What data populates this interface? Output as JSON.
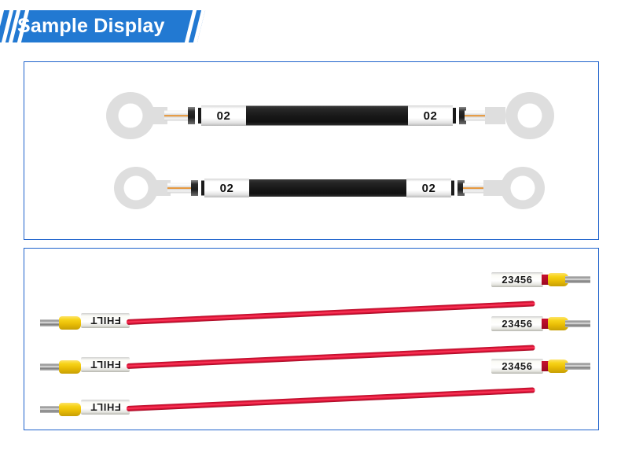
{
  "header": {
    "title": "Sample Display",
    "banner_color": "#2279d2",
    "text_color": "#ffffff",
    "slash_icon": "diagonal-slash-icon"
  },
  "panels": [
    {
      "id": "ring-terminal-panel",
      "border_color": "#1f63cc",
      "background": "#ffffff",
      "products": [
        {
          "name": "ring-terminal-cable-1",
          "left_label": "02",
          "right_label": "02",
          "cable_color": "#171717",
          "terminal_color": "#dedede",
          "barrel_stripe_color": "#e8922e"
        },
        {
          "name": "ring-terminal-cable-2",
          "left_label": "02",
          "right_label": "02",
          "cable_color": "#171717",
          "terminal_color": "#dedede",
          "barrel_stripe_color": "#e8922e"
        }
      ]
    },
    {
      "id": "ferrule-cable-panel",
      "border_color": "#1f63cc",
      "background": "#ffffff",
      "products": [
        {
          "name": "red-ferrule-cable-1",
          "left_label": "FHILT",
          "right_label": "23456",
          "wire_color": "#e01437",
          "ferrule_color": "#f7d318",
          "pin_color": "#8e8e8e"
        },
        {
          "name": "red-ferrule-cable-2",
          "left_label": "FHILT",
          "right_label": "23456",
          "wire_color": "#e01437",
          "ferrule_color": "#f7d318",
          "pin_color": "#8e8e8e"
        },
        {
          "name": "red-ferrule-cable-3",
          "left_label": "FHILT",
          "right_label": "23456",
          "wire_color": "#e01437",
          "ferrule_color": "#f7d318",
          "pin_color": "#8e8e8e"
        }
      ]
    }
  ]
}
